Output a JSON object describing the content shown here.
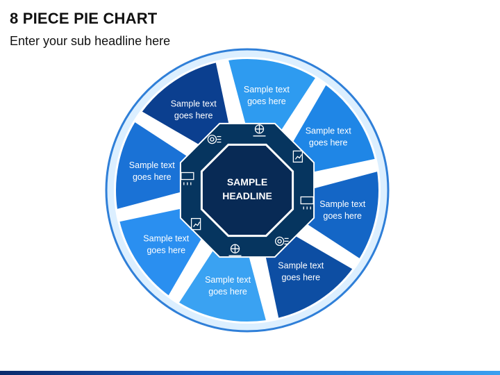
{
  "header": {
    "title": "8 PIECE PIE CHART",
    "subtitle": "Enter your sub headline here"
  },
  "center": {
    "line1": "SAMPLE",
    "line2": "HEADLINE",
    "color": "#082a55"
  },
  "segments": [
    {
      "line1": "Sample text",
      "line2": "goes here",
      "color": "#2e9bf0",
      "icon": "globe-people-icon"
    },
    {
      "line1": "Sample text",
      "line2": "goes here",
      "color": "#1f86e6",
      "icon": "document-chart-icon"
    },
    {
      "line1": "Sample text",
      "line2": "goes here",
      "color": "#1466c6",
      "icon": "presentation-board-icon"
    },
    {
      "line1": "Sample text",
      "line2": "goes here",
      "color": "#0d4ea3",
      "icon": "target-coins-icon"
    },
    {
      "line1": "Sample text",
      "line2": "goes here",
      "color": "#3aa2f2",
      "icon": "shield-check-icon"
    },
    {
      "line1": "Sample text",
      "line2": "goes here",
      "color": "#2a8ff0",
      "icon": "team-hand-icon"
    },
    {
      "line1": "Sample text",
      "line2": "goes here",
      "color": "#1a72d6",
      "icon": "social-media-icon"
    },
    {
      "line1": "Sample text",
      "line2": "goes here",
      "color": "#0b3f8f",
      "icon": "audience-board-icon"
    }
  ],
  "ring": {
    "fill": "#dcefff",
    "stroke": "#2f7fd8"
  },
  "octagon_color": "#06355f"
}
